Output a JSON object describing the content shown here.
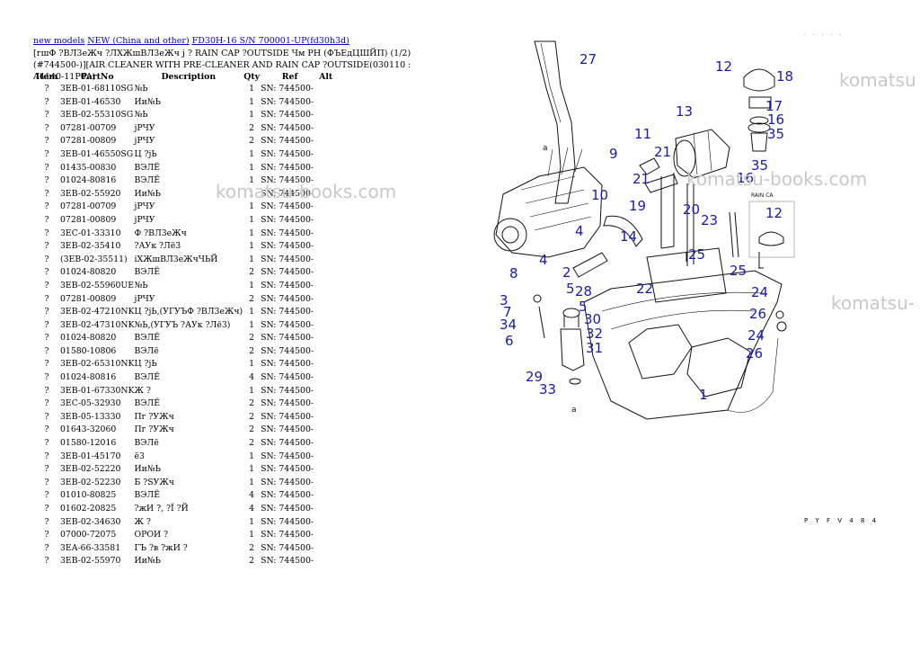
{
  "breadcrumbs": [
    {
      "label": "new models"
    },
    {
      "label": "NEW (China and other)"
    },
    {
      "label": "FD30H-16 S/N 700001-UP(fd30h3d)"
    }
  ],
  "title": "[гшФ ?ВЛ3еЖч ?ЛХЖшВЛ3еЖч ј ? RAIN CAP ?OUTSIDE Чм РН (ФЪЕдЦШЙП) (1/2)(#744500-)][AIR CLEANER WITH PRE-CLEANER AND RAIN CAP ?OUTSIDE(030110 : A4140-11P0A)",
  "table": {
    "headers": {
      "item": "Item",
      "part": "PartNo",
      "desc": "Description",
      "qty": "Qty",
      "ref": "Ref",
      "alt": "Alt"
    },
    "rows": [
      {
        "item": "?",
        "part": "3EB-01-68110SG",
        "desc": "№Ь",
        "qty": "1",
        "ref": "SN: 744500-"
      },
      {
        "item": "?",
        "part": "3EB-01-46530",
        "desc": "Ии№Ь",
        "qty": "1",
        "ref": "SN: 744500-"
      },
      {
        "item": "?",
        "part": "3EB-02-55310SG",
        "desc": "№Ь",
        "qty": "1",
        "ref": "SN: 744500-"
      },
      {
        "item": "?",
        "part": "07281-00709",
        "desc": "јРЧУ",
        "qty": "2",
        "ref": "SN: 744500-"
      },
      {
        "item": "?",
        "part": "07281-00809",
        "desc": "јРЧУ",
        "qty": "2",
        "ref": "SN: 744500-"
      },
      {
        "item": "?",
        "part": "3EB-01-46550SG",
        "desc": "Ц ?јЬ",
        "qty": "1",
        "ref": "SN: 744500-"
      },
      {
        "item": "?",
        "part": "01435-00830",
        "desc": "ВЭЛЁ",
        "qty": "1",
        "ref": "SN: 744500-"
      },
      {
        "item": "?",
        "part": "01024-80816",
        "desc": "ВЭЛЁ",
        "qty": "1",
        "ref": "SN: 744500-"
      },
      {
        "item": "?",
        "part": "3EB-02-55920",
        "desc": "Ии№Ь",
        "qty": "1",
        "ref": "SN: 744500-"
      },
      {
        "item": "?",
        "part": "07281-00709",
        "desc": "јРЧУ",
        "qty": "1",
        "ref": "SN: 744500-"
      },
      {
        "item": "?",
        "part": "07281-00809",
        "desc": "јРЧУ",
        "qty": "1",
        "ref": "SN: 744500-"
      },
      {
        "item": "?",
        "part": "3EC-01-33310",
        "desc": "Ф ?ВЛ3еЖч",
        "qty": "1",
        "ref": "SN: 744500-"
      },
      {
        "item": "?",
        "part": "3EB-02-35410",
        "desc": "?АУк ?Лё3",
        "qty": "1",
        "ref": "SN: 744500-"
      },
      {
        "item": "?",
        "part": "(3EB-02-35511)",
        "desc": "іХЖшВЛ3еЖчЧЬЙ",
        "qty": "1",
        "ref": "SN: 744500-"
      },
      {
        "item": "?",
        "part": "01024-80820",
        "desc": "ВЭЛЁ",
        "qty": "2",
        "ref": "SN: 744500-"
      },
      {
        "item": "?",
        "part": "3EB-02-55960UE",
        "desc": "№Ь",
        "qty": "1",
        "ref": "SN: 744500-"
      },
      {
        "item": "?",
        "part": "07281-00809",
        "desc": "јРЧУ",
        "qty": "2",
        "ref": "SN: 744500-"
      },
      {
        "item": "?",
        "part": "3EB-02-47210NK",
        "desc": "Ц ?јЬ,(УГУЪФ ?ВЛ3еЖч)",
        "qty": "1",
        "ref": "SN: 744500-"
      },
      {
        "item": "?",
        "part": "3EB-02-47310NK",
        "desc": "№Ь,(УГУЪ ?АУк ?Лё3)",
        "qty": "1",
        "ref": "SN: 744500-"
      },
      {
        "item": "?",
        "part": "01024-80820",
        "desc": "ВЭЛЁ",
        "qty": "2",
        "ref": "SN: 744500-"
      },
      {
        "item": "?",
        "part": "01580-10806",
        "desc": "ВЭЛё",
        "qty": "2",
        "ref": "SN: 744500-"
      },
      {
        "item": "?",
        "part": "3EB-02-65310NK",
        "desc": "Ц ?јЬ",
        "qty": "1",
        "ref": "SN: 744500-"
      },
      {
        "item": "?",
        "part": "01024-80816",
        "desc": "ВЭЛЁ",
        "qty": "4",
        "ref": "SN: 744500-"
      },
      {
        "item": "?",
        "part": "3EB-01-67330NK",
        "desc": "Ж ?",
        "qty": "1",
        "ref": "SN: 744500-"
      },
      {
        "item": "?",
        "part": "3EC-05-32930",
        "desc": "ВЭЛЁ",
        "qty": "2",
        "ref": "SN: 744500-"
      },
      {
        "item": "?",
        "part": "3EB-05-13330",
        "desc": "Пг ?УЖч",
        "qty": "2",
        "ref": "SN: 744500-"
      },
      {
        "item": "?",
        "part": "01643-32060",
        "desc": "Пг ?УЖч",
        "qty": "2",
        "ref": "SN: 744500-"
      },
      {
        "item": "?",
        "part": "01580-12016",
        "desc": "ВЭЛё",
        "qty": "2",
        "ref": "SN: 744500-"
      },
      {
        "item": "?",
        "part": "3EB-01-45170",
        "desc": "ё3",
        "qty": "1",
        "ref": "SN: 744500-"
      },
      {
        "item": "?",
        "part": "3EB-02-52220",
        "desc": "Ии№Ь",
        "qty": "1",
        "ref": "SN: 744500-"
      },
      {
        "item": "?",
        "part": "3EB-02-52230",
        "desc": "Б ?SУЖч",
        "qty": "1",
        "ref": "SN: 744500-"
      },
      {
        "item": "?",
        "part": "01010-80825",
        "desc": "ВЭЛЁ",
        "qty": "4",
        "ref": "SN: 744500-"
      },
      {
        "item": "?",
        "part": "01602-20825",
        "desc": "?жИ ?, ?Ї ?Й",
        "qty": "4",
        "ref": "SN: 744500-"
      },
      {
        "item": "?",
        "part": "3EB-02-34630",
        "desc": "Ж ?",
        "qty": "1",
        "ref": "SN: 744500-"
      },
      {
        "item": "?",
        "part": "07000-72075",
        "desc": "ОРОИ ?",
        "qty": "1",
        "ref": "SN: 744500-"
      },
      {
        "item": "?",
        "part": "3EA-66-33581",
        "desc": "ГЪ ?в ?жИ ?",
        "qty": "2",
        "ref": "SN: 744500-"
      },
      {
        "item": "?",
        "part": "3EB-02-55970",
        "desc": "Ии№Ь",
        "qty": "2",
        "ref": "SN: 744500-"
      }
    ]
  },
  "figure": {
    "labels": [
      "27",
      "12",
      "18",
      "13",
      "17",
      "16",
      "35",
      "35",
      "16",
      "9",
      "21",
      "11",
      "10",
      "19",
      "20",
      "21",
      "23",
      "25",
      "25",
      "14",
      "4",
      "4",
      "8",
      "5",
      "28",
      "3",
      "7",
      "34",
      "6",
      "2",
      "22",
      "24",
      "26",
      "24",
      "26",
      "5",
      "30",
      "32",
      "31",
      "29",
      "33",
      "12",
      "1"
    ],
    "letters": [
      "a",
      "a"
    ],
    "inset_label": "RAIN CA",
    "figure_id": "P Y F V 4 8 4",
    "top_marks": ". . . . ."
  },
  "watermarks": [
    "komatsu",
    "komatsu-books.com",
    "komatsu-books.com",
    "komatsu-"
  ],
  "colors": {
    "link": "#0000cc",
    "callout": "#1a1aa6",
    "watermark": "#c8c8c8"
  }
}
